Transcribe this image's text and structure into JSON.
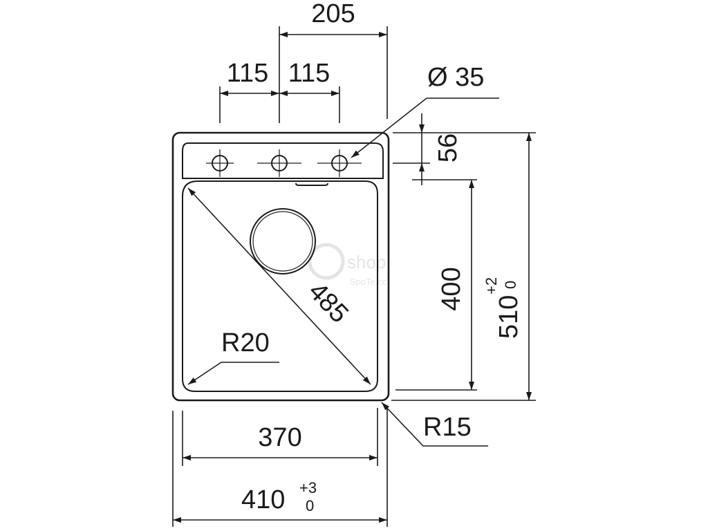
{
  "dimensions": {
    "top_span": "205",
    "tap_left": "115",
    "tap_right": "115",
    "hole_diameter": "Ø 35",
    "deck_height": "56",
    "bowl_height": "400",
    "overall_height": "510",
    "overall_height_tol_plus": "+2",
    "overall_height_tol_minus": "0",
    "diagonal": "485",
    "inner_radius": "R20",
    "outer_radius": "R15",
    "bowl_width": "370",
    "overall_width": "410",
    "overall_width_tol_plus": "+3",
    "overall_width_tol_minus": "0"
  },
  "watermark": {
    "word": "shop",
    "sub": "SpoTe.cc"
  },
  "colors": {
    "line": "#1a1a1a",
    "background": "#ffffff",
    "watermark": "#e4e4e4"
  }
}
